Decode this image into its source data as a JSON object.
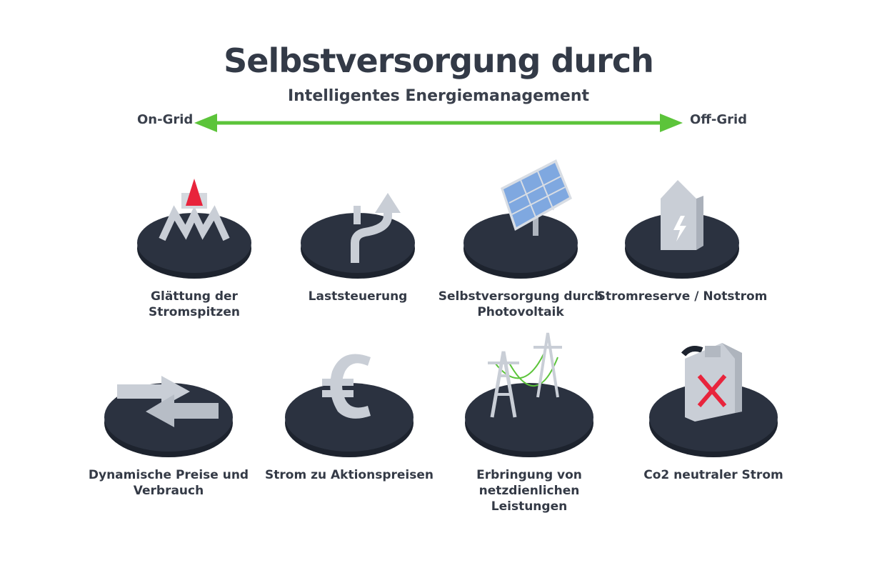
{
  "header": {
    "title": "Selbstversorgung durch",
    "subtitle": "Intelligentes Energiemanagement"
  },
  "axis": {
    "left_label": "On-Grid",
    "right_label": "Off-Grid",
    "arrow_color": "#5cc43a"
  },
  "colors": {
    "disc": "#2b3240",
    "object": "#c9ced6",
    "accent_red": "#e8243c",
    "solar_blue": "#7fa8e0"
  },
  "items": [
    {
      "label": "Glättung der Stromspitzen",
      "icon": "peak-smoothing-icon"
    },
    {
      "label": "Laststeuerung",
      "icon": "load-control-icon"
    },
    {
      "label": "Selbstversorgung durch Photovoltaik",
      "icon": "solar-panel-icon"
    },
    {
      "label": "Stromreserve / Notstrom",
      "icon": "battery-house-icon"
    },
    {
      "label": "Dynamische Preise und Verbrauch",
      "icon": "exchange-arrows-icon"
    },
    {
      "label": "Strom zu Aktionspreisen",
      "icon": "euro-icon"
    },
    {
      "label": "Erbringung von netzdienlichen Leistungen",
      "icon": "power-pylon-icon"
    },
    {
      "label": "Co2 neutraler Strom",
      "icon": "fuel-canister-icon"
    }
  ]
}
